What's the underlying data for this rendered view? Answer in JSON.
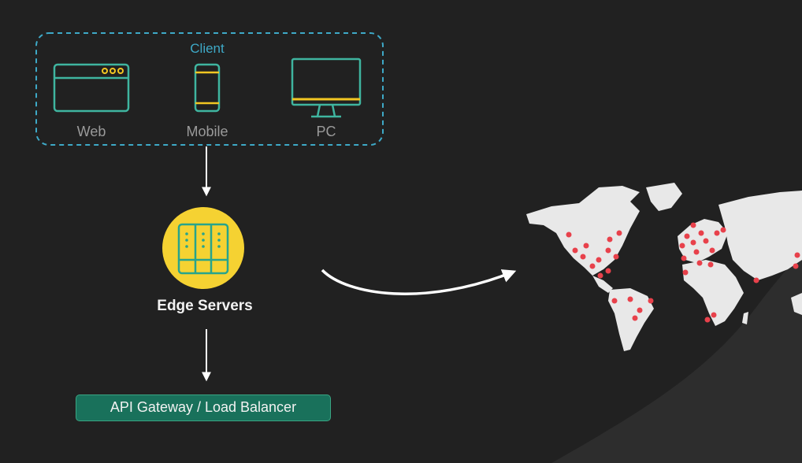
{
  "client": {
    "title": "Client"
  },
  "devices": [
    {
      "label": "Web",
      "icon": "browser-window-icon"
    },
    {
      "label": "Mobile",
      "icon": "smartphone-icon"
    },
    {
      "label": "PC",
      "icon": "desktop-monitor-icon"
    }
  ],
  "edge": {
    "label": "Edge Servers",
    "icon": "server-rack-icon"
  },
  "gateway": {
    "label": "API Gateway / Load Balancer"
  },
  "map": {
    "icon": "world-map-icon",
    "marker": "edge-location-dot"
  },
  "colors": {
    "background": "#212121",
    "client_accent": "#3ea9c7",
    "device_outline": "#3fb5a0",
    "device_accent": "#f2c622",
    "edge_circle": "#f5d232",
    "gateway_fill": "#19715b",
    "map_land": "#e8e8e8",
    "map_markers": "#e8414b",
    "arrow": "#ffffff"
  }
}
